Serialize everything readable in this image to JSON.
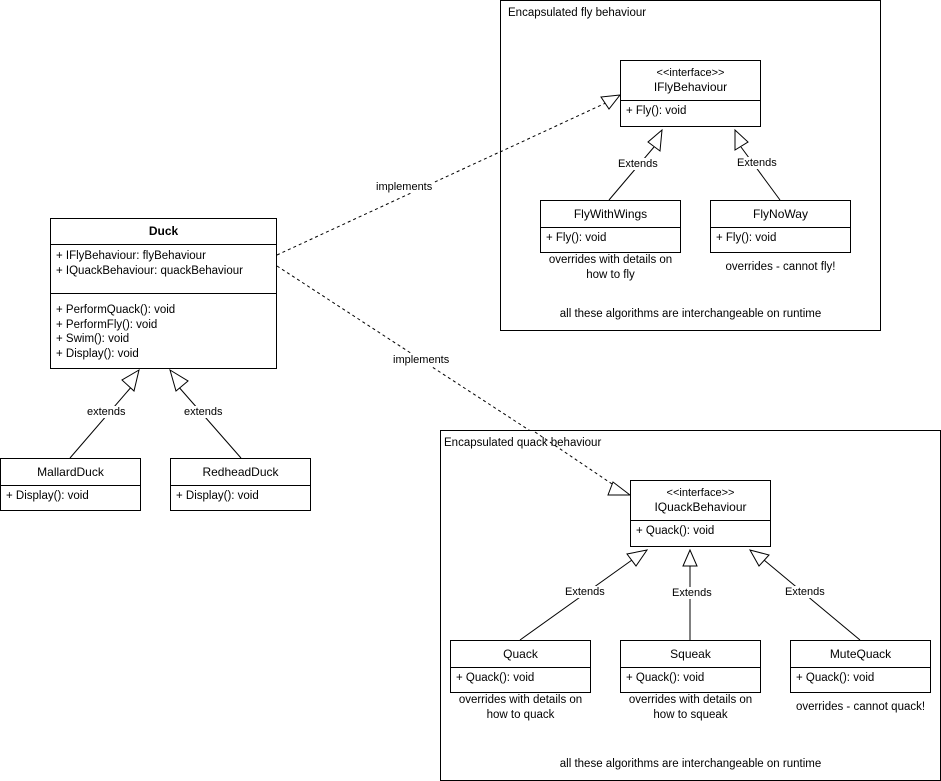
{
  "fly_group": {
    "title": "Encapsulated fly behaviour",
    "footer": "all these algorithms are interchangeable on runtime",
    "interface": {
      "stereotype": "<<interface>>",
      "name": "IFlyBehaviour",
      "methods": [
        "+ Fly(): void"
      ]
    },
    "classes": [
      {
        "name": "FlyWithWings",
        "methods": [
          "+ Fly(): void"
        ],
        "note": [
          "overrides with details on",
          "how to fly"
        ]
      },
      {
        "name": "FlyNoWay",
        "methods": [
          "+ Fly(): void"
        ],
        "note": [
          "overrides - cannot fly!"
        ]
      }
    ],
    "edge_label": "Extends"
  },
  "quack_group": {
    "title": "Encapsulated quack behaviour",
    "footer": "all these algorithms are interchangeable on runtime",
    "interface": {
      "stereotype": "<<interface>>",
      "name": "IQuackBehaviour",
      "methods": [
        "+ Quack(): void"
      ]
    },
    "classes": [
      {
        "name": "Quack",
        "methods": [
          "+ Quack(): void"
        ],
        "note": [
          "overrides with details on",
          "how to quack"
        ]
      },
      {
        "name": "Squeak",
        "methods": [
          "+ Quack(): void"
        ],
        "note": [
          "overrides with details on",
          "how to squeak"
        ]
      },
      {
        "name": "MuteQuack",
        "methods": [
          "+ Quack(): void"
        ],
        "note": [
          "overrides - cannot quack!"
        ]
      }
    ],
    "edge_label": "Extends"
  },
  "duck": {
    "name": "Duck",
    "attributes": [
      "+ IFlyBehaviour: flyBehaviour",
      "+ IQuackBehaviour: quackBehaviour"
    ],
    "methods": [
      "+ PerformQuack(): void",
      "+ PerformFly(): void",
      "+ Swim(): void",
      "+ Display(): void"
    ]
  },
  "subclasses": [
    {
      "name": "MallardDuck",
      "methods": [
        "+ Display(): void"
      ]
    },
    {
      "name": "RedheadDuck",
      "methods": [
        "+ Display(): void"
      ]
    }
  ],
  "labels": {
    "implements": "implements",
    "extends": "extends"
  }
}
